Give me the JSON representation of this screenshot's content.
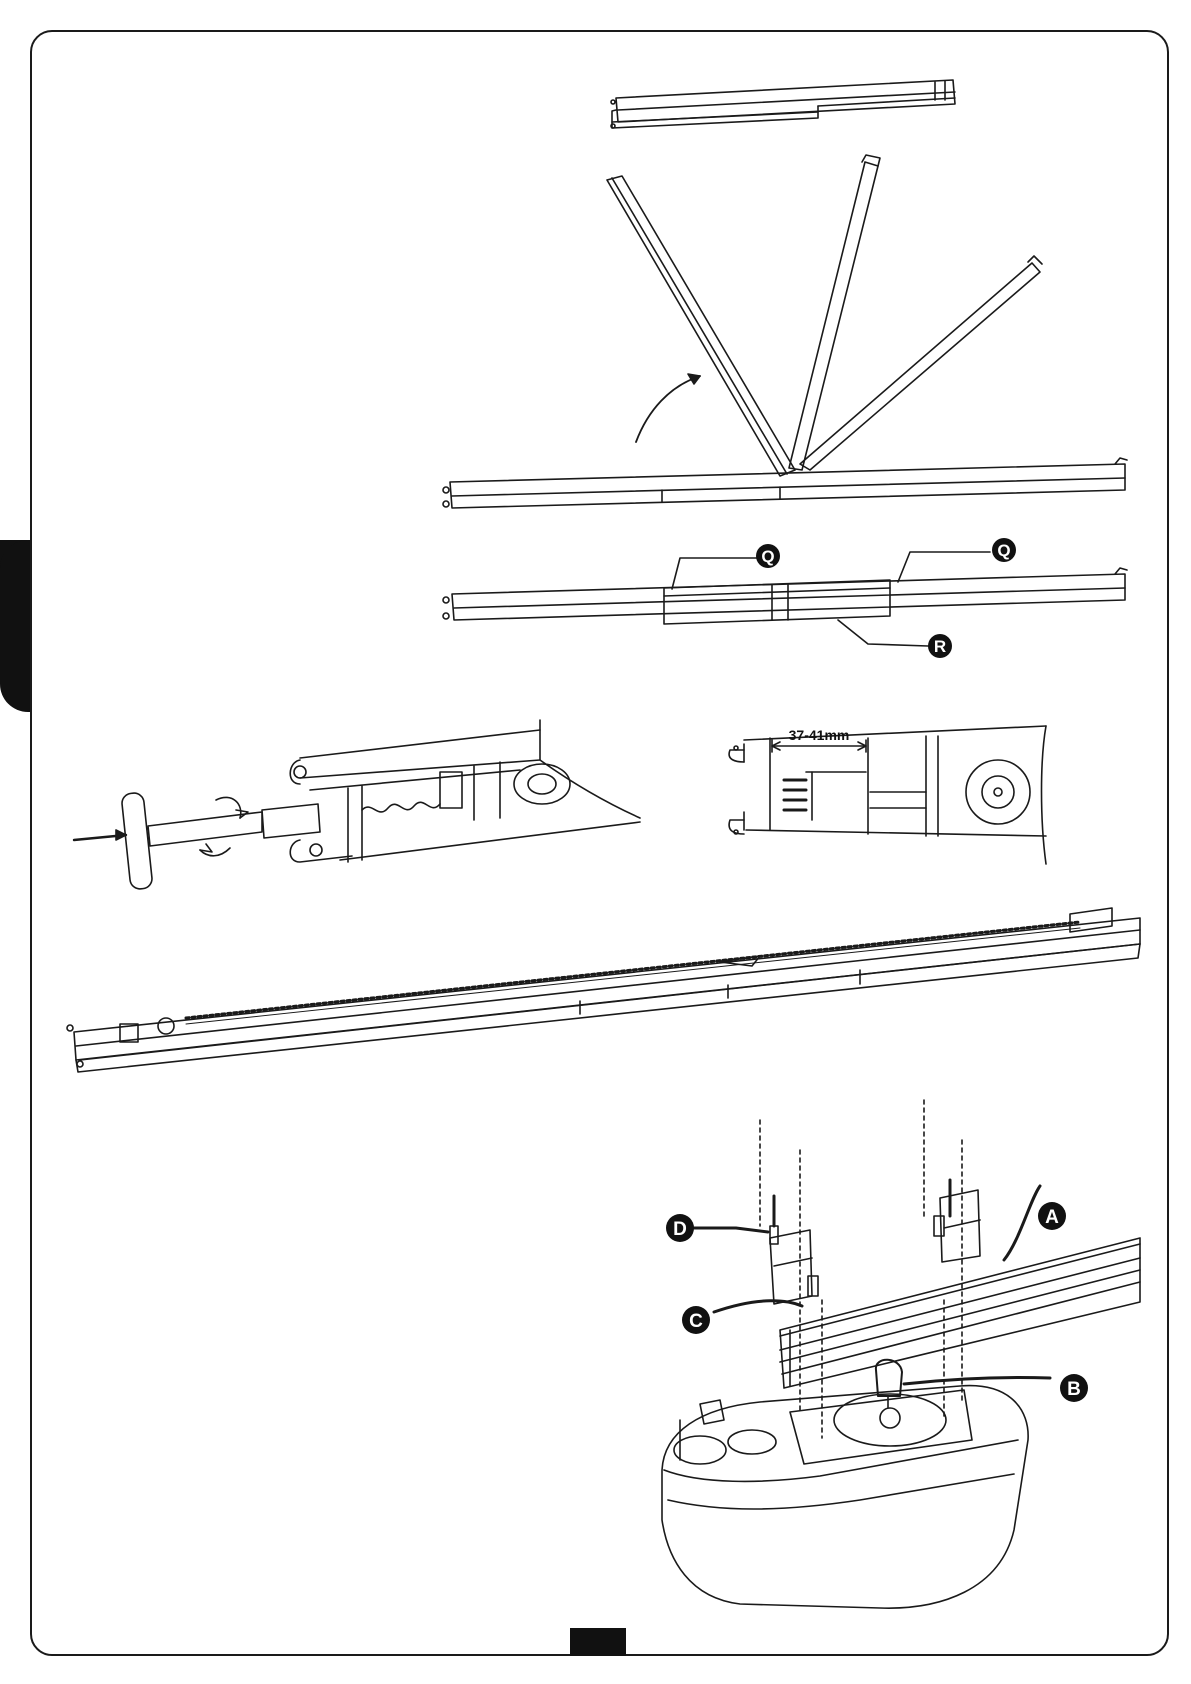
{
  "labels": {
    "q_left": "Q",
    "q_right": "Q",
    "r": "R",
    "a": "A",
    "b": "B",
    "c": "C",
    "d": "D"
  },
  "dimension": "37-41mm",
  "colors": {
    "ink": "#1a1a1a",
    "side_tab": "#111111"
  }
}
